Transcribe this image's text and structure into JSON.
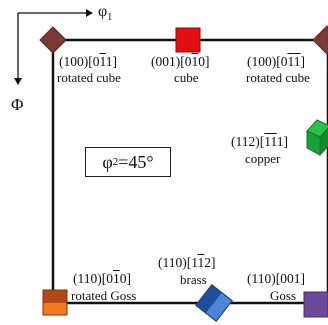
{
  "axes": {
    "phi1_symbol": "φ",
    "phi1_sub": "1",
    "Phi_symbol": "Φ"
  },
  "section_label": {
    "symbol": "φ",
    "sub": "2",
    "rest": "=45°"
  },
  "orientations": [
    {
      "id": "rotated-cube-left",
      "miller_parts": [
        "(100)[0",
        "1",
        "1]"
      ],
      "miller_bars": [
        false,
        true,
        false
      ],
      "name": "rotated cube",
      "color": "#7a3a34"
    },
    {
      "id": "cube",
      "miller_parts": [
        "(001)[0",
        "1",
        "0]"
      ],
      "miller_bars": [
        false,
        true,
        false
      ],
      "name": "cube",
      "color": "#e01010"
    },
    {
      "id": "rotated-cube-right",
      "miller_parts": [
        "(100)[0",
        "1",
        "",
        "1",
        "]"
      ],
      "miller_bars": [
        false,
        true,
        false,
        true,
        false
      ],
      "name": "rotated cube",
      "color": "#7a3a34"
    },
    {
      "id": "copper",
      "miller_parts": [
        "(112)[",
        "1",
        "",
        "1",
        "1]"
      ],
      "miller_bars": [
        false,
        true,
        false,
        true,
        false
      ],
      "name": "copper",
      "color": "#1aa03a"
    },
    {
      "id": "rotated-goss",
      "miller_parts": [
        "(110)[0",
        "1",
        "0]"
      ],
      "miller_bars": [
        false,
        true,
        false
      ],
      "name": "rotated Goss",
      "color": "#c0501a"
    },
    {
      "id": "brass",
      "miller_parts": [
        "(110)[1",
        "1",
        "2]"
      ],
      "miller_bars": [
        false,
        true,
        false
      ],
      "name": "brass",
      "color": "#2f5fa8"
    },
    {
      "id": "goss",
      "miller_parts": [
        "(110)[001]"
      ],
      "miller_bars": [
        false
      ],
      "name": "Goss",
      "color": "#6a4a9a"
    }
  ]
}
